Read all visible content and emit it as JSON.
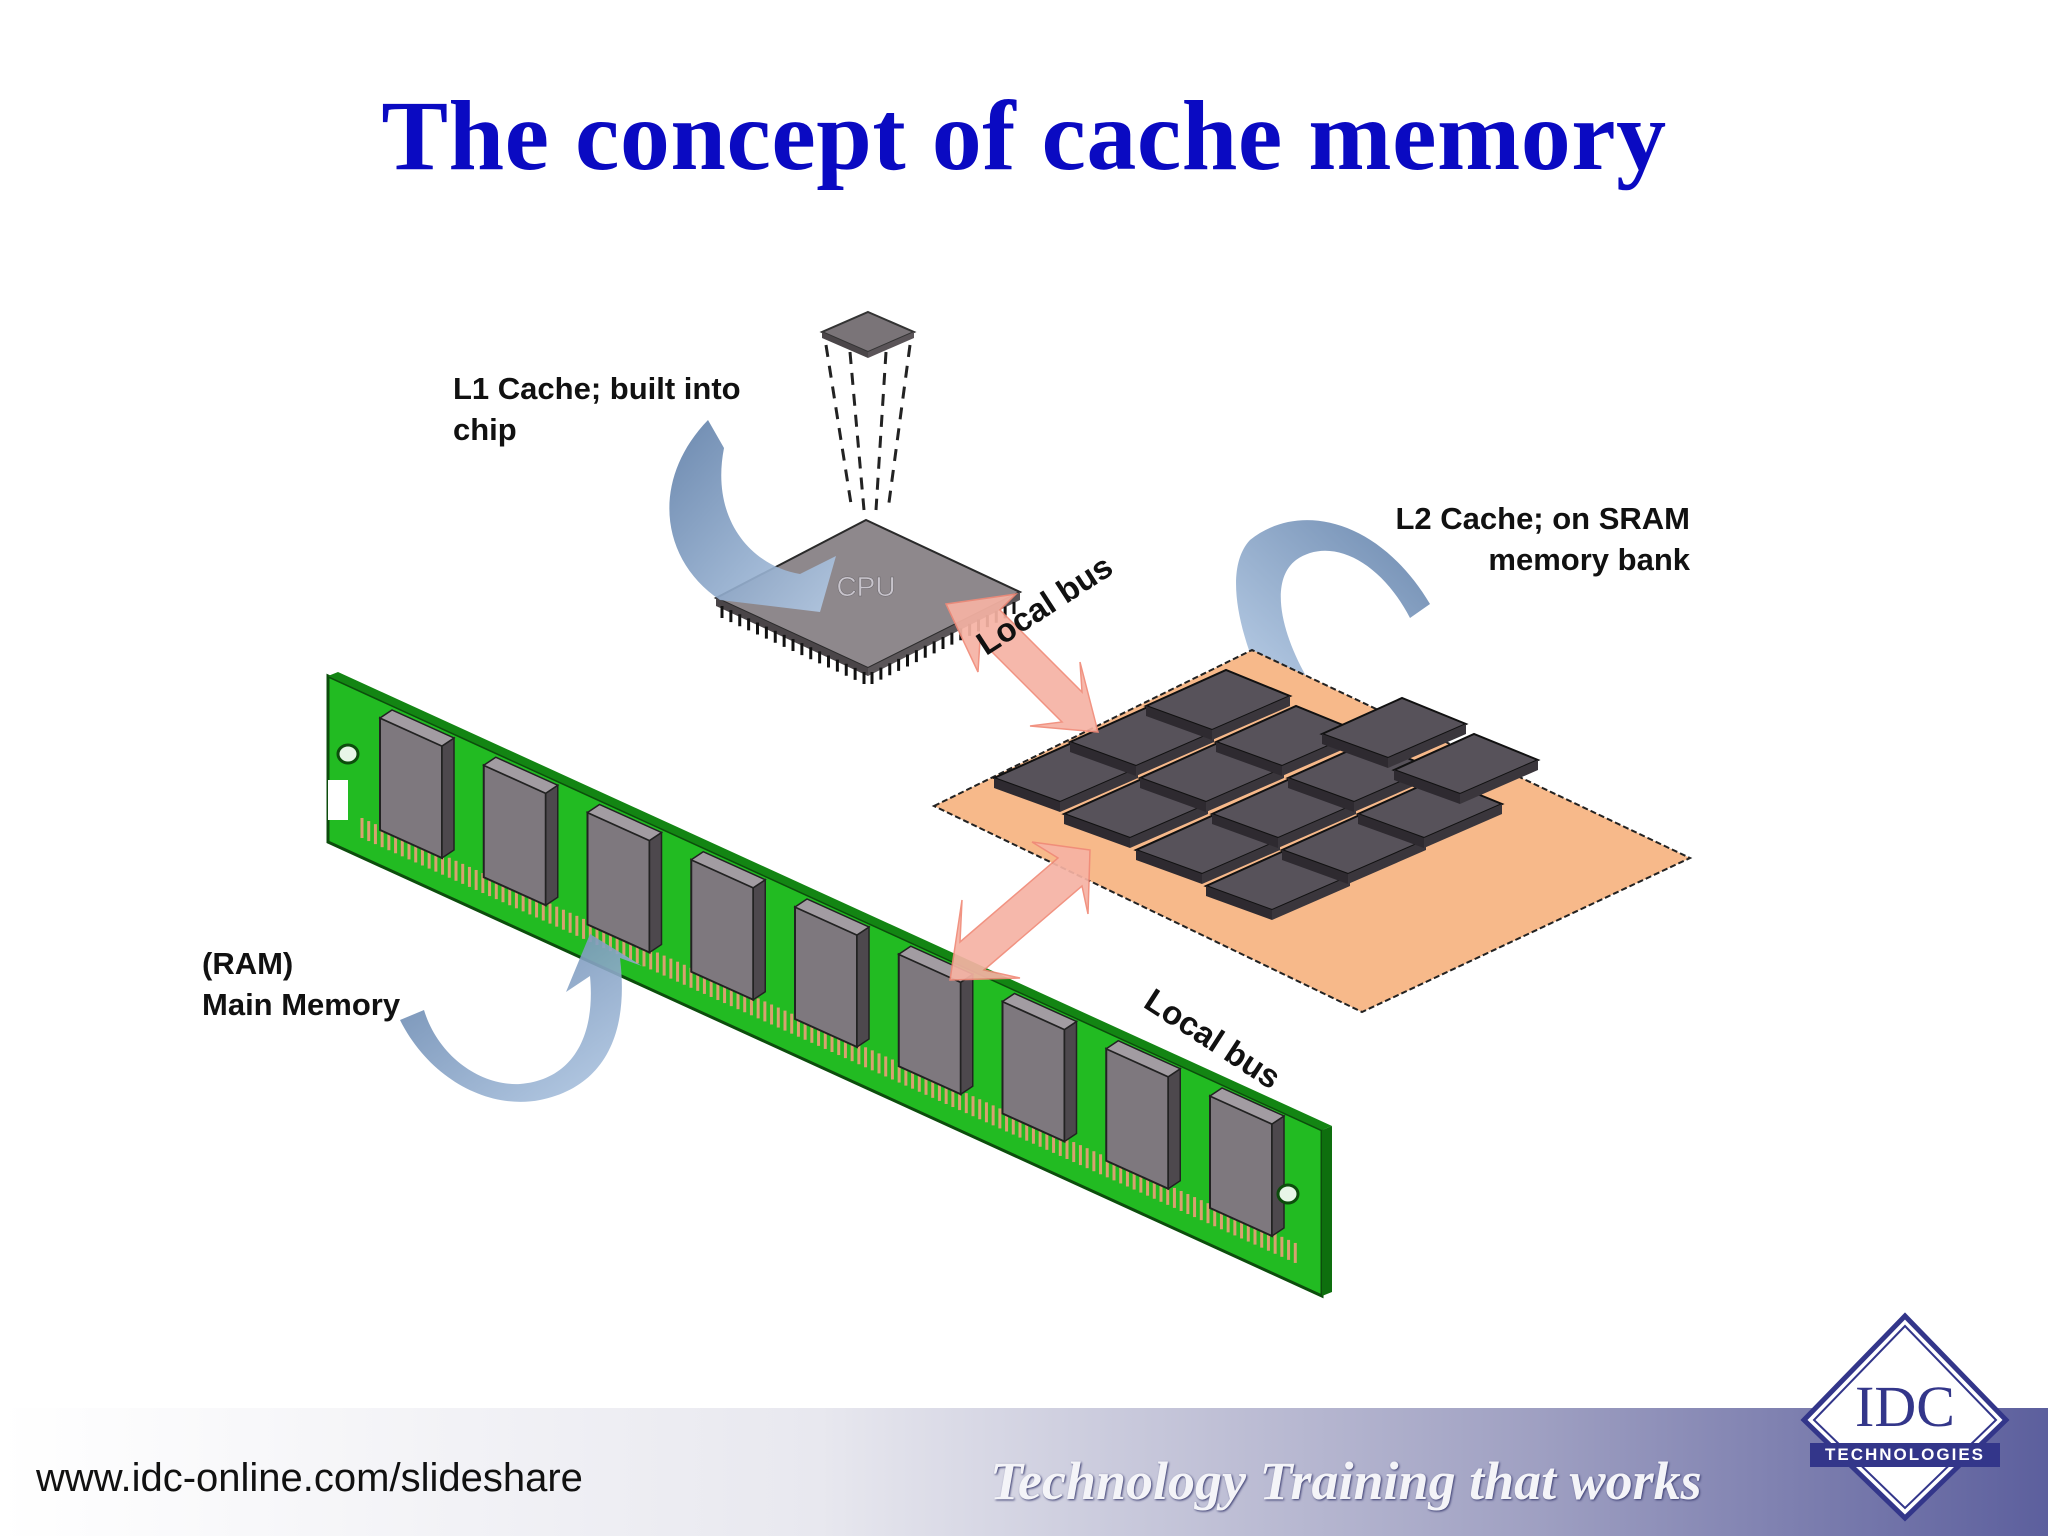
{
  "title": "The concept of cache memory",
  "labels": {
    "l1": "L1 Cache; built into\nchip",
    "l2": "L2 Cache; on SRAM\nmemory bank",
    "ram": "(RAM)\nMain Memory",
    "bus_top": "Local bus",
    "bus_bottom": "Local bus",
    "cpu": "CPU"
  },
  "footer": {
    "url": "www.idc-online.com/slideshare",
    "tagline": "Technology Training that works"
  },
  "logo": {
    "main": "IDC",
    "sub": "TECHNOLOGIES"
  },
  "colors": {
    "title": "#0a0ac2",
    "ram_board": "#22bb22",
    "sram_board": "#f7b98a",
    "chip": "#7a7478",
    "bus_arrow": "#f6b3a4",
    "curve_arrow": "#6f8fb8",
    "logo": "#33368a"
  }
}
